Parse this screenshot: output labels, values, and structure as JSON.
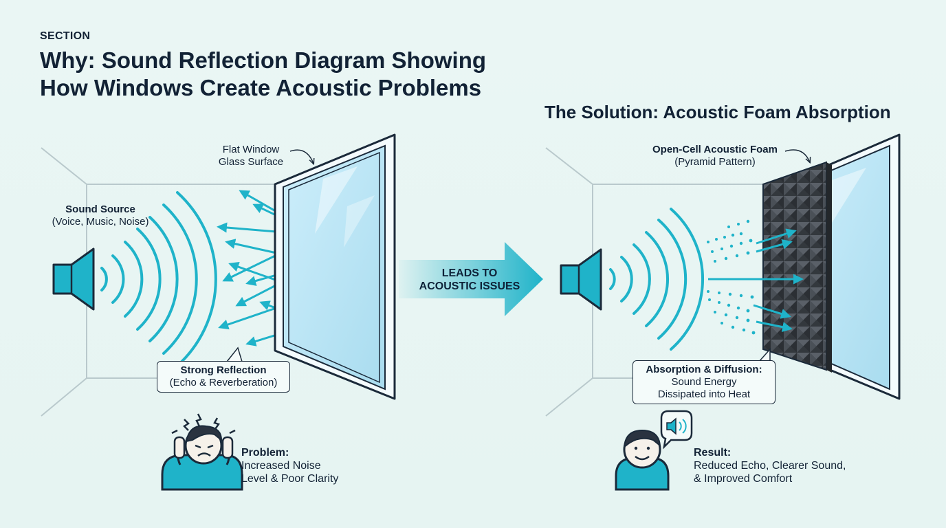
{
  "header": {
    "section_label": "SECTION",
    "title": "Why: Sound Reflection Diagram Showing How Windows Create Acoustic Problems"
  },
  "problem_panel": {
    "sound_source_title": "Sound Source",
    "sound_source_detail": "(Voice, Music, Noise)",
    "window_label_line1": "Flat Window",
    "window_label_line2": "Glass Surface",
    "reflection_title": "Strong Reflection",
    "reflection_detail": "(Echo & Reverberation)",
    "problem_title": "Problem:",
    "problem_line1": "Increased Noise",
    "problem_line2": "Level & Poor Clarity"
  },
  "transition": {
    "line1": "LEADS TO",
    "line2": "ACOUSTIC ISSUES"
  },
  "solution_panel": {
    "title": "The Solution: Acoustic Foam Absorption",
    "foam_title": "Open-Cell Acoustic Foam",
    "foam_detail": "(Pyramid Pattern)",
    "absorption_title": "Absorption & Diffusion:",
    "absorption_line1": "Sound Energy",
    "absorption_line2": "Dissipated into Heat",
    "result_title": "Result:",
    "result_line1": "Reduced Echo, Clearer Sound,",
    "result_line2": "& Improved Comfort"
  },
  "colors": {
    "accent": "#1fb3c9",
    "dark": "#1b2a3a",
    "glass": "#bfe6f6",
    "foam": "#3a3f45"
  }
}
